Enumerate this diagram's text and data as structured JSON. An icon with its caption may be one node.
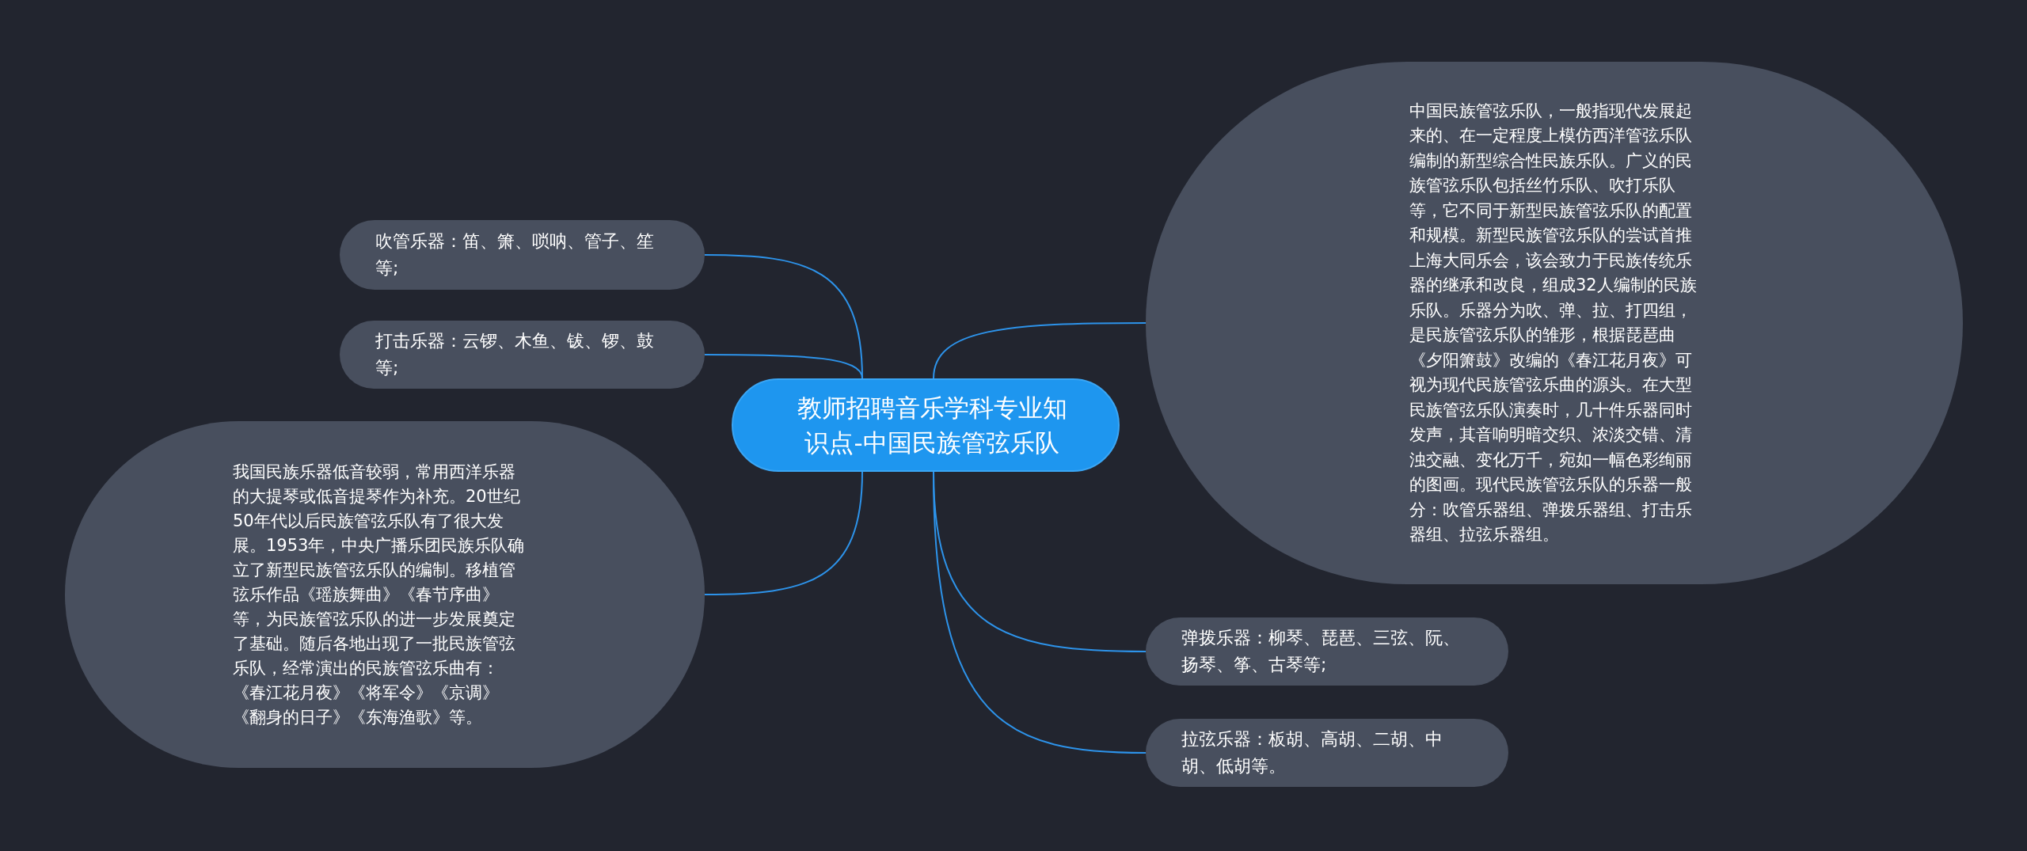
{
  "diagram": {
    "nodes": [
      {
        "text": [
          "教师招聘音乐学科专业知识点-中国民族管弦乐队"
        ]
      },
      {
        "text": [
          "吹管乐器：笛、箫、唢呐、管子、笙等;"
        ]
      },
      {
        "text": [
          "打击乐器：云锣、木鱼、钹、锣、鼓等;"
        ]
      },
      {
        "text": [
          "我国民族乐器低音较弱，常用西洋乐器的大提琴或低音提琴作为补充。20世纪50年代以后民族管弦乐队有了很大发展。1953年，中央广播乐团民族乐队确立了新型民族管弦乐队的编制。移植管弦乐作品《瑶族舞曲》《春节序曲》等，为民族管弦乐队的进一步发展奠定了基础。随后各地出现了一批民族管弦乐队，经常演出的民族管弦乐曲有：《春江花月夜》《将军令》《京调》《翻身的日子》《东海渔歌》等。"
        ]
      },
      {
        "text": [
          "中国民族管弦乐队，一般指现代发展起来的、在一定程度上模仿西洋管弦乐队编制的新型综合性民族乐队。广义的民族管弦乐队包括丝竹乐队、吹打乐队等，它不同于新型民族管弦乐队的配置和规模。新型民族管弦乐队的尝试首推上海大同乐会，该会致力于民族传统乐器的继承和改良，组成32人编制的民族乐队。乐器分为吹、弹、拉、打四组，是民族管弦乐队的雏形，根据琵琶曲《夕阳箫鼓》改编的《春江花月夜》可视为现代民族管弦乐曲的源头。在大型民族管弦乐队演奏时，几十件乐器同时发声，其音响明暗交织、浓淡交错、清浊交融、变化万千，宛如一幅色彩绚丽的图画。现代民族管弦乐队的乐器一般分：吹管乐器组、弹拨乐器组、打击乐器组、拉弦乐器组。"
        ]
      },
      {
        "text": [
          "弹拨乐器：柳琴、琵琶、三弦、阮、扬琴、筝、古琴等;"
        ]
      },
      {
        "text": [
          "拉弦乐器：板胡、高胡、二胡、中胡、低胡等。"
        ]
      }
    ],
    "edges": [
      {
        "from": 0,
        "to": 1,
        "arrow": "none"
      },
      {
        "from": 0,
        "to": 2,
        "arrow": "none"
      },
      {
        "from": 0,
        "to": 3,
        "arrow": "none"
      },
      {
        "from": 0,
        "to": 4,
        "arrow": "none"
      },
      {
        "from": 0,
        "to": 5,
        "arrow": "none"
      },
      {
        "from": 0,
        "to": 6,
        "arrow": "none"
      }
    ]
  }
}
